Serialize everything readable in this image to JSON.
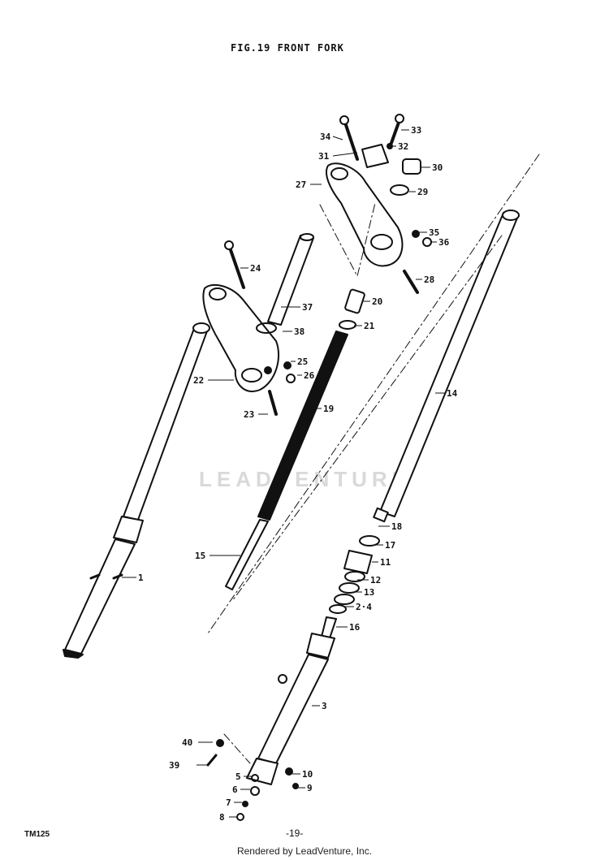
{
  "figure": {
    "title": "FIG.19 FRONT FORK",
    "model_code": "TM125",
    "page_number": "-19-",
    "watermark": "LEADVENTURE",
    "render_credit": "Rendered by LeadVenture, Inc."
  },
  "part_labels": [
    {
      "id": "p1",
      "text": "1"
    },
    {
      "id": "p3",
      "text": "3"
    },
    {
      "id": "p5",
      "text": "5"
    },
    {
      "id": "p6",
      "text": "6"
    },
    {
      "id": "p7",
      "text": "7"
    },
    {
      "id": "p8",
      "text": "8"
    },
    {
      "id": "p9",
      "text": "9"
    },
    {
      "id": "p10",
      "text": "10"
    },
    {
      "id": "p11",
      "text": "11"
    },
    {
      "id": "p12",
      "text": "12"
    },
    {
      "id": "p13",
      "text": "13"
    },
    {
      "id": "p14",
      "text": "14"
    },
    {
      "id": "p15",
      "text": "15"
    },
    {
      "id": "p16",
      "text": "16"
    },
    {
      "id": "p17",
      "text": "17"
    },
    {
      "id": "p18",
      "text": "18"
    },
    {
      "id": "p19",
      "text": "19"
    },
    {
      "id": "p20",
      "text": "20"
    },
    {
      "id": "p21",
      "text": "21"
    },
    {
      "id": "p22",
      "text": "22"
    },
    {
      "id": "p23",
      "text": "23"
    },
    {
      "id": "p24",
      "text": "24"
    },
    {
      "id": "p25",
      "text": "25"
    },
    {
      "id": "p26",
      "text": "26"
    },
    {
      "id": "p27",
      "text": "27"
    },
    {
      "id": "p28",
      "text": "28"
    },
    {
      "id": "p29",
      "text": "29"
    },
    {
      "id": "p30",
      "text": "30"
    },
    {
      "id": "p31",
      "text": "31"
    },
    {
      "id": "p32",
      "text": "32"
    },
    {
      "id": "p33",
      "text": "33"
    },
    {
      "id": "p34",
      "text": "34"
    },
    {
      "id": "p35",
      "text": "35"
    },
    {
      "id": "p36",
      "text": "36"
    },
    {
      "id": "p37",
      "text": "37"
    },
    {
      "id": "p38",
      "text": "38"
    },
    {
      "id": "p39",
      "text": "39"
    },
    {
      "id": "p40",
      "text": "40"
    },
    {
      "id": "p24b",
      "text": "2·4"
    }
  ]
}
